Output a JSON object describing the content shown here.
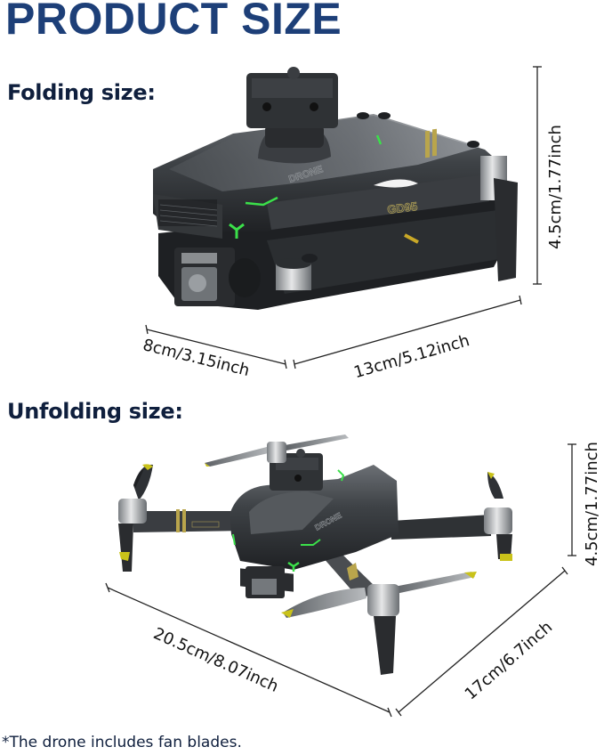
{
  "header": {
    "title": "PRODUCT SIZE",
    "title_color": "#1d3f78"
  },
  "folding": {
    "label": "Folding size:",
    "depth": "8cm/3.15inch",
    "length": "13cm/5.12inch",
    "height": "4.5cm/1.77inch",
    "model_badge": "GD95",
    "brand_badge": "DRONE"
  },
  "unfolding": {
    "label": "Unfolding size:",
    "length": "20.5cm/8.07inch",
    "width": "17cm/6.7inch",
    "height": "4.5cm/1.77inch"
  },
  "footnote": "*The drone includes fan blades.",
  "colors": {
    "heading_navy": "#0f1f3d",
    "accent_green": "#3be04a",
    "accent_gold": "#b9a54c",
    "blade_tip_yellow": "#c9c21a",
    "body_dark": "#2f3236"
  }
}
